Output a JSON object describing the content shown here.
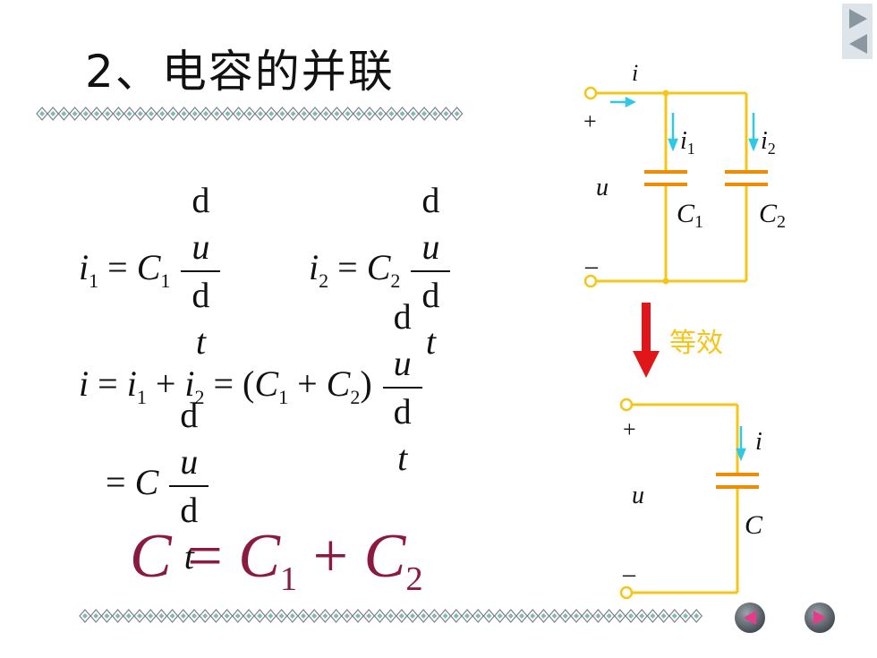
{
  "slide": {
    "title": "2、电容的并联",
    "equivalent_label": "等效",
    "result": "C = C1 + C2"
  },
  "circuit_top": {
    "current_label": "i",
    "plus": "+",
    "minus": "–",
    "voltage": "u",
    "branch1_current": "i1",
    "branch2_current": "i2",
    "cap1": "C1",
    "cap2": "C2"
  },
  "circuit_bottom": {
    "plus": "+",
    "minus": "–",
    "voltage": "u",
    "current_label": "i",
    "cap": "C"
  },
  "colors": {
    "wire": "#f5c518",
    "cap_plate": "#f08c00",
    "current_arrow": "#2ec8e8",
    "equiv_arrow": "#e0161a",
    "result_text": "#8b1a43"
  },
  "navigation": {
    "corner_icons": [
      "play-right-icon",
      "play-left-icon"
    ],
    "buttons": [
      "previous-button",
      "next-button"
    ]
  }
}
